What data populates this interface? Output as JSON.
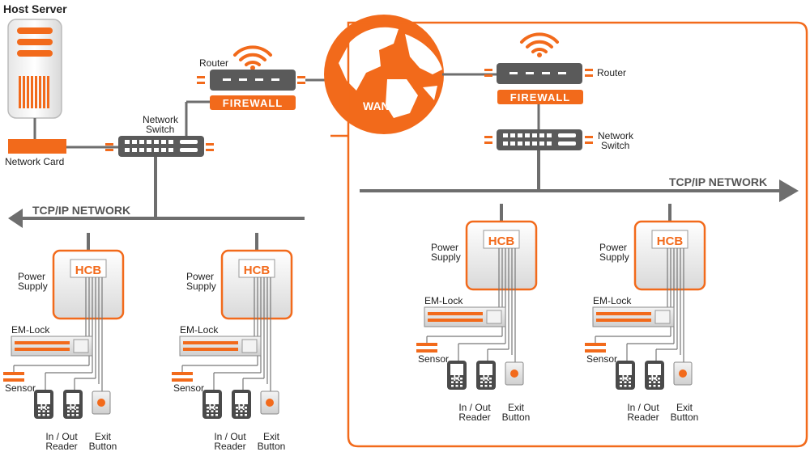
{
  "colors": {
    "accent": "#f26a1b",
    "device": "#5a5a5a",
    "line": "#6e6e6e",
    "text": "#222222"
  },
  "labels": {
    "host_server": "Host Server",
    "network_card": "Network Card",
    "router": "Router",
    "firewall": "FIREWALL",
    "network_switch_1": "Network",
    "network_switch_2": "Switch",
    "wan": "WAN",
    "tcp_ip_network": "TCP/IP NETWORK",
    "hcb": "HCB",
    "power_supply_1": "Power",
    "power_supply_2": "Supply",
    "em_lock": "EM-Lock",
    "sensor": "Sensor",
    "reader_1": "In / Out",
    "reader_2": "Reader",
    "reader_letter": "R",
    "exit_1": "Exit",
    "exit_2": "Button"
  }
}
